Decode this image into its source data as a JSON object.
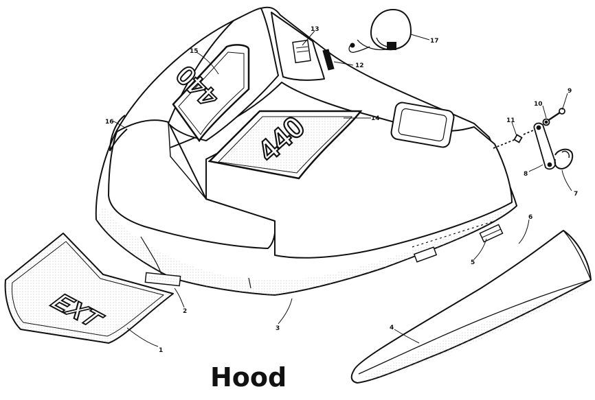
{
  "diagram": {
    "title": "Hood",
    "decals": {
      "hood_top": "440",
      "hood_side": "440",
      "mud_flap": "EXT"
    },
    "callouts": [
      {
        "id": "c1",
        "text": "1"
      },
      {
        "id": "c2",
        "text": "2"
      },
      {
        "id": "c3",
        "text": "3"
      },
      {
        "id": "c4",
        "text": "4"
      },
      {
        "id": "c5",
        "text": "5"
      },
      {
        "id": "c6",
        "text": "6"
      },
      {
        "id": "c7",
        "text": "7"
      },
      {
        "id": "c8",
        "text": "8"
      },
      {
        "id": "c9",
        "text": "9"
      },
      {
        "id": "c10",
        "text": "10"
      },
      {
        "id": "c11",
        "text": "11"
      },
      {
        "id": "c12",
        "text": "12"
      },
      {
        "id": "c13",
        "text": "13"
      },
      {
        "id": "c14",
        "text": "14"
      },
      {
        "id": "c15",
        "text": "15"
      },
      {
        "id": "c16",
        "text": "16"
      },
      {
        "id": "c17",
        "text": "17"
      }
    ]
  },
  "colors": {
    "ink": "#111111",
    "paper": "#ffffff",
    "shade": "#d9d9d9"
  }
}
